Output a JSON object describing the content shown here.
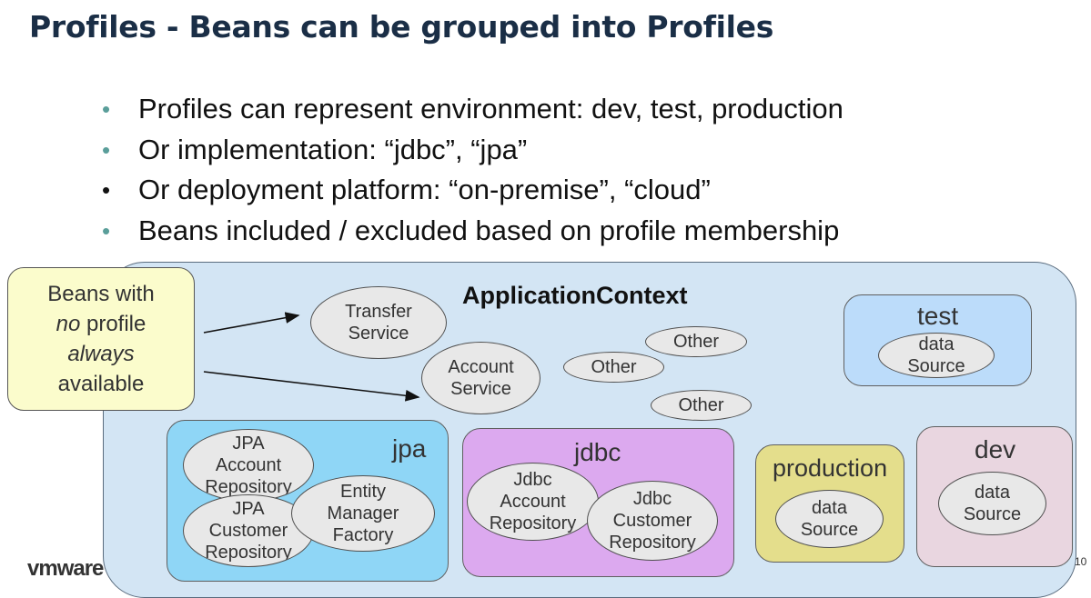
{
  "slide": {
    "title": "Profiles - Beans can be grouped into Profiles",
    "bullets": [
      "Profiles can represent environment: dev, test, production",
      "Or implementation:  “jdbc”, “jpa”",
      "Or deployment platform: “on-premise”, “cloud”",
      "Beans included / excluded based on profile membership"
    ],
    "bullet_glyph": "•",
    "page_number": "10",
    "logo_text": "vmware"
  },
  "diagram": {
    "context_label": "ApplicationContext",
    "note": {
      "line1": "Beans with",
      "line2_em": "no",
      "line2_rest": " profile",
      "line3_em": "always",
      "line4": "available"
    },
    "beans": {
      "transfer_service": "Transfer\nService",
      "account_service": "Account\nService",
      "other_1": "Other",
      "other_2": "Other",
      "other_3": "Other"
    },
    "profiles": {
      "test": {
        "label": "test",
        "beans": [
          "data\nSource"
        ]
      },
      "jpa": {
        "label": "jpa",
        "beans": [
          "JPA\nAccount\nRepository",
          "JPA\nCustomer\nRepository",
          "Entity\nManager\nFactory"
        ]
      },
      "jdbc": {
        "label": "jdbc",
        "beans": [
          "Jdbc\nAccount\nRepository",
          "Jdbc\nCustomer\nRepository"
        ]
      },
      "production": {
        "label": "production",
        "beans": [
          "data\nSource"
        ]
      },
      "dev": {
        "label": "dev",
        "beans": [
          "data\nSource"
        ]
      }
    }
  },
  "colors": {
    "title": "#1a2e46",
    "bullet_teal": "#5a9e9a",
    "context_bg": "#d3e5f4",
    "note_bg": "#fbfccc",
    "test_bg": "#bcdcfa",
    "jpa_bg": "#8fd6f6",
    "jdbc_bg": "#dca9ef",
    "production_bg": "#e4de8c",
    "dev_bg": "#e9d6e0",
    "bean_bg": "#e8e8e8"
  }
}
